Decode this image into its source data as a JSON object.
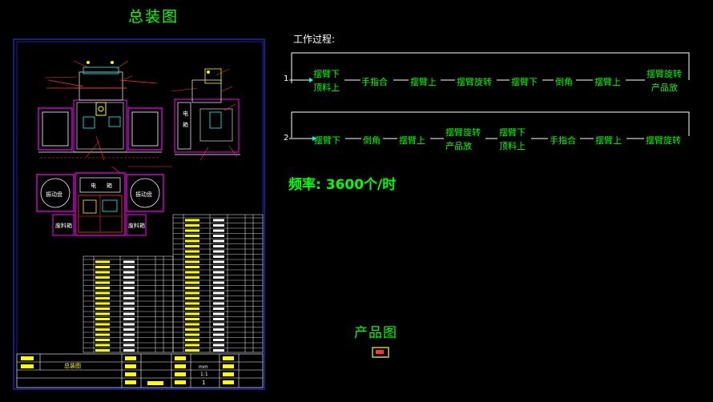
{
  "drawing": {
    "title": "总装图",
    "side_label_1": "电",
    "side_label_2": "箱",
    "box_label_1": "振动盘",
    "box_label_2": "振动盘",
    "bin_label_1": "废料箱",
    "bin_label_2": "废料箱",
    "title_block": {
      "name": "总装图",
      "units": "mm",
      "sheet_count": "1",
      "scale": "1:1"
    }
  },
  "process": {
    "label": "工作过程:",
    "row1": {
      "number": "1",
      "steps": [
        "摆臂下",
        "顶料上",
        "手指合",
        "摆臂上",
        "摆臂旋转",
        "摆臂下",
        "倒角",
        "摆臂上",
        "摆臂旋转",
        "产品放"
      ]
    },
    "row2": {
      "number": "2",
      "steps": [
        "摆臂下",
        "倒角",
        "摆臂上",
        "摆臂旋转",
        "产品放",
        "摆臂下",
        "顶料上",
        "手指合",
        "摆臂上",
        "摆臂旋转"
      ]
    }
  },
  "frequency": "频率: 3600个/时",
  "product": {
    "title": "产品图"
  },
  "colors": {
    "frame": "#3333ff",
    "text": "#00ff00",
    "line": "#00ffff",
    "accent": "#ff3333",
    "yellow": "#ffff00",
    "magenta": "#ff00ff"
  }
}
